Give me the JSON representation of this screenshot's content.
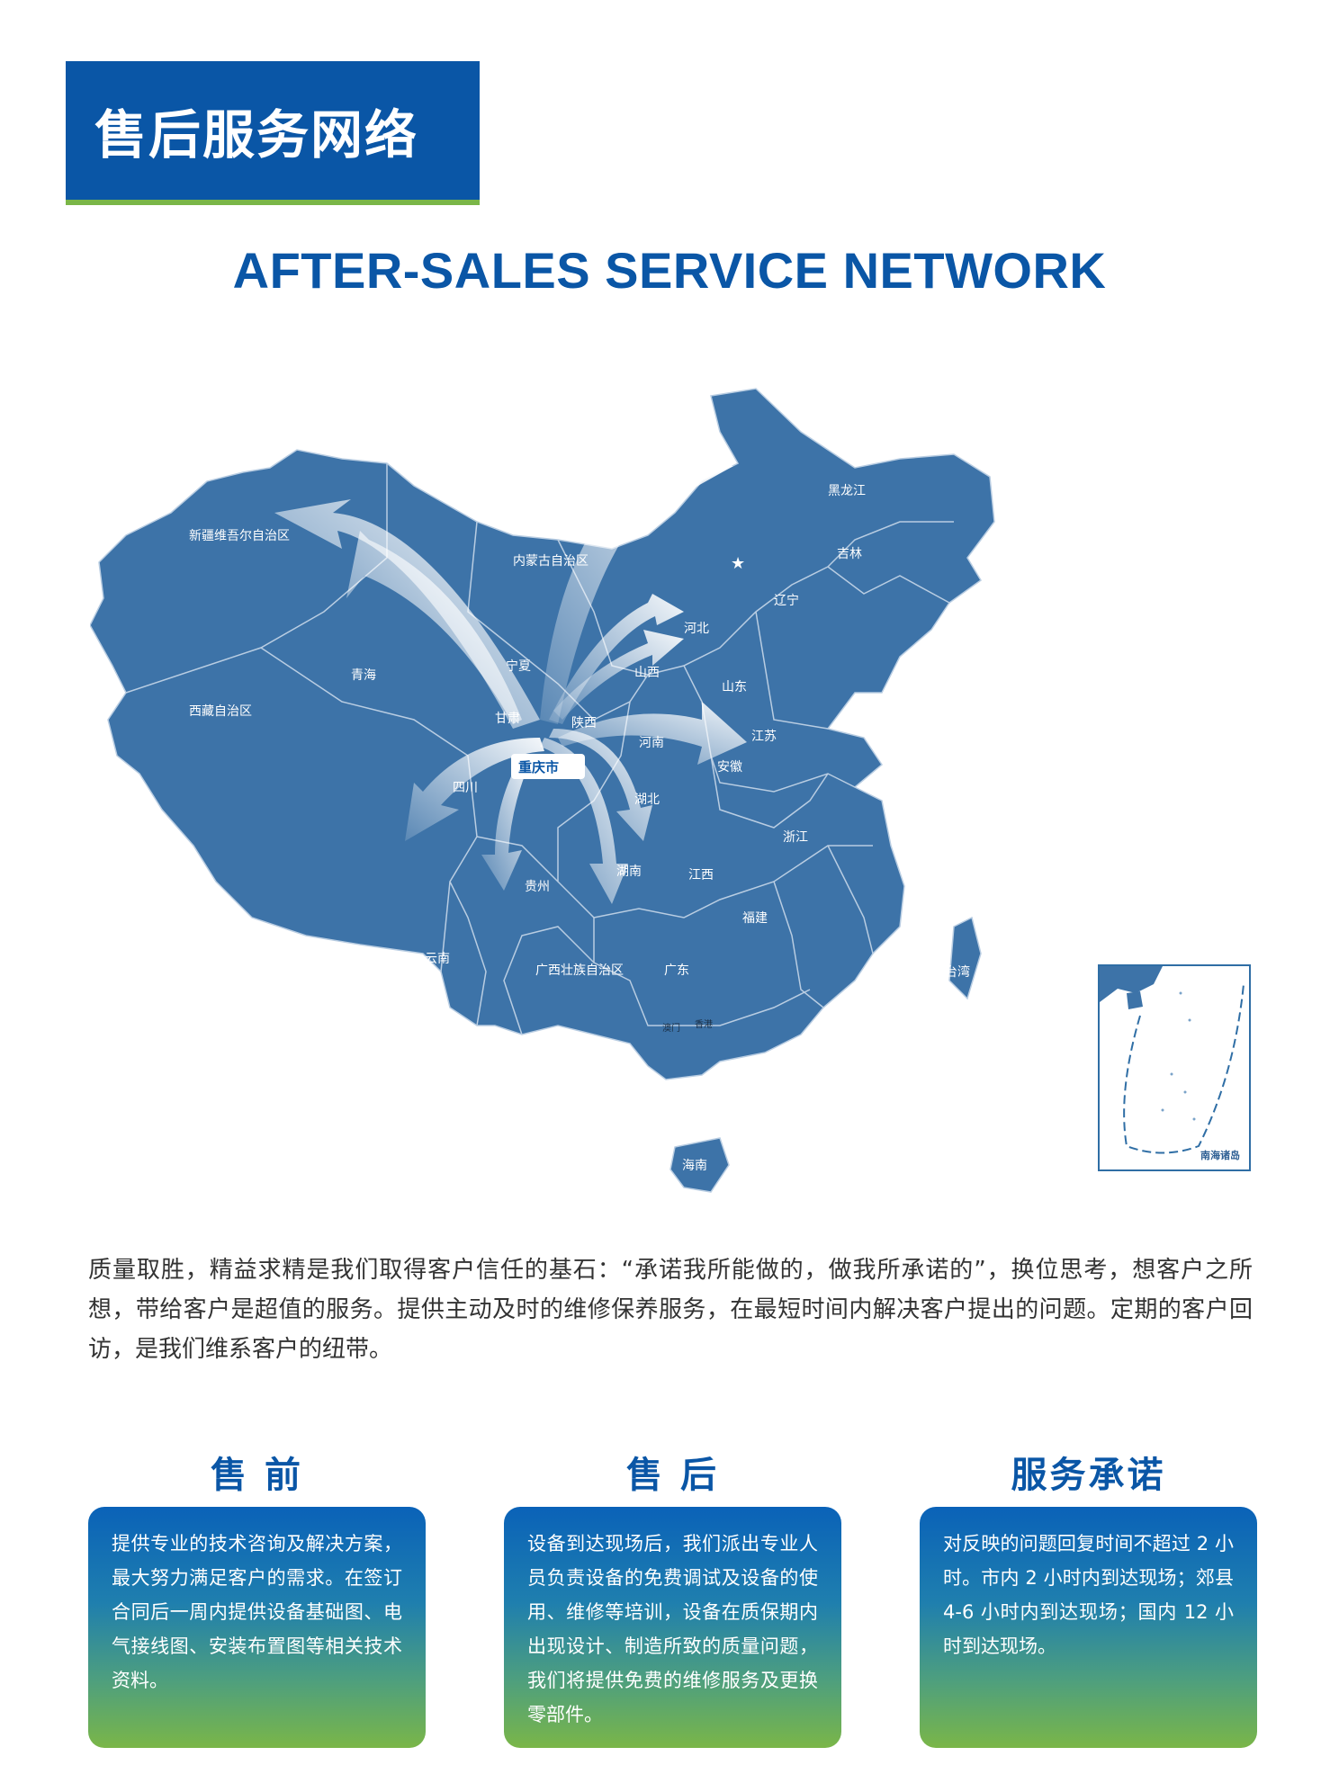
{
  "header": {
    "title": "售后服务网络",
    "subtitle_en": "AFTER-SALES SERVICE NETWORK"
  },
  "map": {
    "center_city": "重庆市",
    "provinces": [
      {
        "name": "新疆维吾尔自治区"
      },
      {
        "name": "西藏自治区"
      },
      {
        "name": "青海"
      },
      {
        "name": "内蒙古自治区"
      },
      {
        "name": "黑龙江"
      },
      {
        "name": "吉林"
      },
      {
        "name": "辽宁"
      },
      {
        "name": "河北"
      },
      {
        "name": "山西"
      },
      {
        "name": "宁夏"
      },
      {
        "name": "甘肃"
      },
      {
        "name": "陕西"
      },
      {
        "name": "山东"
      },
      {
        "name": "河南"
      },
      {
        "name": "江苏"
      },
      {
        "name": "安徽"
      },
      {
        "name": "四川"
      },
      {
        "name": "湖北"
      },
      {
        "name": "浙江"
      },
      {
        "name": "贵州"
      },
      {
        "name": "湖南"
      },
      {
        "name": "江西"
      },
      {
        "name": "福建"
      },
      {
        "name": "云南"
      },
      {
        "name": "广西壮族自治区"
      },
      {
        "name": "广东"
      },
      {
        "name": "台湾"
      },
      {
        "name": "海南"
      },
      {
        "name": "澳门"
      },
      {
        "name": "香港"
      }
    ],
    "inset_label": "南海诸岛",
    "colors": {
      "land": "#3d73a8",
      "border": "#b9cde2",
      "arrow": "#ffffff"
    }
  },
  "intro": "质量取胜，精益求精是我们取得客户信任的基石：“承诺我所能做的，做我所承诺的”，换位思考，想客户之所想，带给客户是超值的服务。提供主动及时的维修保养服务，在最短时间内解决客户提出的问题。定期的客户回访，是我们维系客户的纽带。",
  "columns": [
    {
      "title": "售 前",
      "text": "提供专业的技术咨询及解决方案，最大努力满足客户的需求。在签订合同后一周内提供设备基础图、电气接线图、安装布置图等相关技术资料。"
    },
    {
      "title": "售 后",
      "text": "设备到达现场后，我们派出专业人员负责设备的免费调试及设备的使用、维修等培训，设备在质保期内出现设计、制造所致的质量问题，我们将提供免费的维修服务及更换零部件。"
    },
    {
      "title": "服务承诺",
      "text": "对反映的问题回复时间不超过 2 小时。市内 2 小时内到达现场；郊县 4-6 小时内到达现场；国内 12 小时到达现场。"
    }
  ],
  "theme": {
    "primary": "#0a56a6",
    "accent": "#7ab648"
  }
}
